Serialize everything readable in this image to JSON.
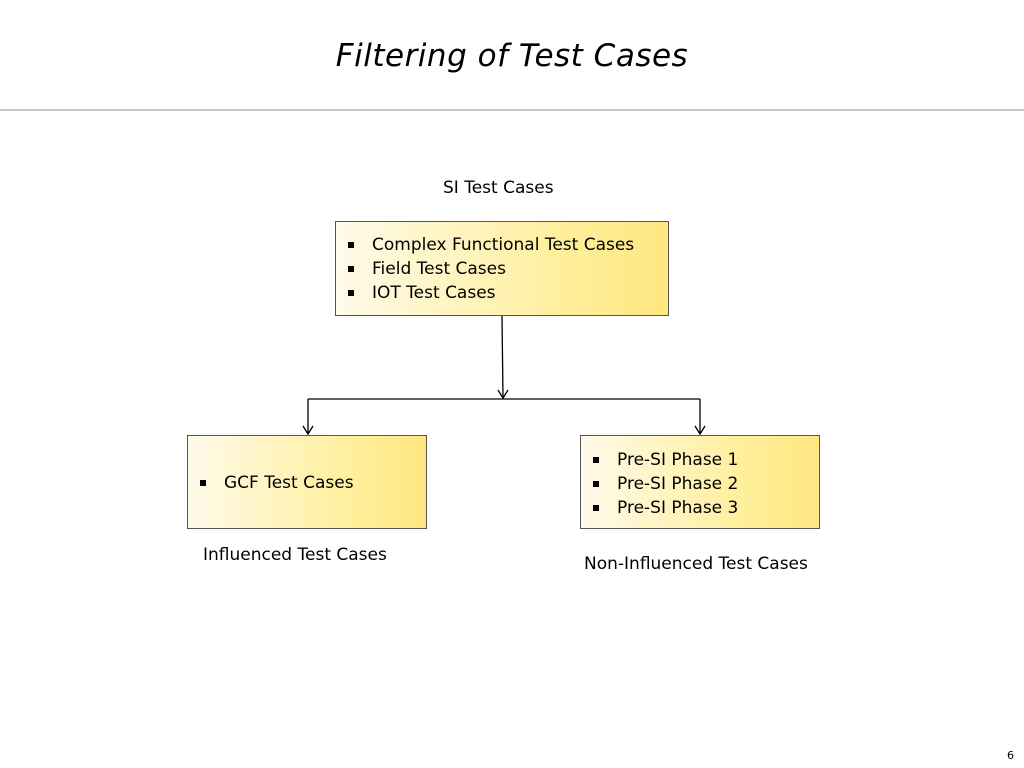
{
  "slide": {
    "title": "Filtering of Test Cases",
    "page_number": "6"
  },
  "diagram": {
    "top": {
      "caption": "SI Test Cases",
      "items": [
        "Complex Functional Test Cases",
        "Field Test Cases",
        "IOT Test Cases"
      ]
    },
    "left": {
      "caption": "Influenced Test Cases",
      "items": [
        "GCF Test Cases"
      ]
    },
    "right": {
      "caption": "Non-Influenced Test Cases",
      "items": [
        "Pre-SI Phase 1",
        "Pre-SI Phase 2",
        "Pre-SI Phase 3"
      ]
    }
  }
}
